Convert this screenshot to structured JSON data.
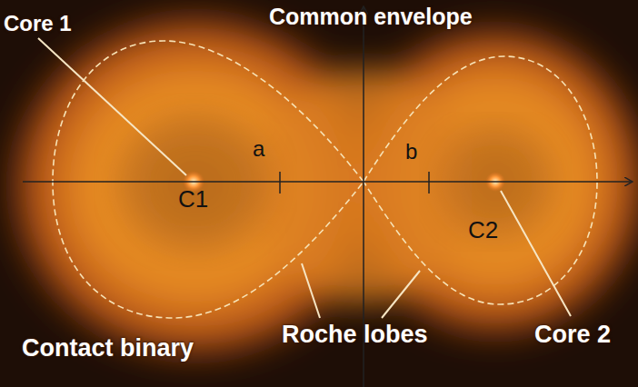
{
  "diagram": {
    "labels": [
      "Core 1",
      "Common envelope",
      "a",
      "b",
      "C1",
      "C2",
      "Roche lobes",
      "Core 2",
      "Contact binary"
    ]
  }
}
